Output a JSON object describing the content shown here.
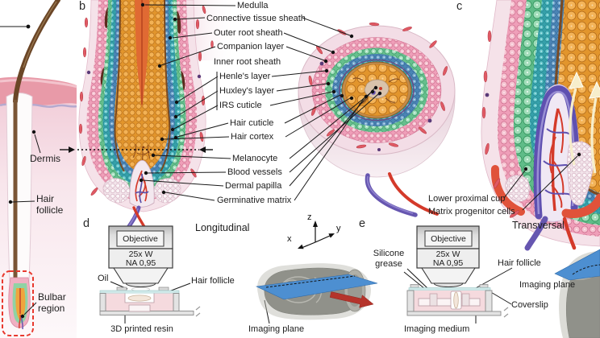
{
  "panel_a": {
    "dermis": "Dermis",
    "hair_follicle": "Hair follicle",
    "bulbar_region": "Bulbar region"
  },
  "panel_b": {
    "letter": "b",
    "labels": {
      "medulla": "Medulla",
      "connective_tissue_sheath": "Connective tissue sheath",
      "outer_root_sheath": "Outer root sheath",
      "companion_layer": "Companion layer",
      "inner_root_sheath": "Inner root sheath",
      "henles_layer": "Henle's layer",
      "huxleys_layer": "Huxley's layer",
      "irs_cuticle": "IRS cuticle",
      "hair_cuticle": "Hair cuticle",
      "hair_cortex": "Hair cortex",
      "melanocyte": "Melanocyte",
      "blood_vessels": "Blood vessels",
      "dermal_papilla": "Dermal papilla",
      "germinative_matrix": "Germinative matrix"
    }
  },
  "panel_c": {
    "letter": "c",
    "labels": {
      "lower_proximal_cup": "Lower proximal cup",
      "matrix_progenitor_cells": "Matrix progenitor cells"
    }
  },
  "panel_d": {
    "letter": "d",
    "title": "Longitudinal",
    "objective": "Objective",
    "magnification": "25x W",
    "numerical_aperture": "NA 0,95",
    "oil": "Oil",
    "hair_follicle": "Hair follicle",
    "printed_resin": "3D printed resin",
    "imaging_plane": "Imaging plane"
  },
  "panel_e": {
    "letter": "e",
    "title": "Transversal",
    "objective": "Objective",
    "magnification": "25x W",
    "numerical_aperture": "NA 0,95",
    "silicone_grease": "Silicone grease",
    "hair_follicle": "Hair follicle",
    "imaging_plane": "Imaging plane",
    "coverslip": "Coverslip",
    "imaging_medium": "Imaging medium"
  },
  "axes": {
    "x": "x",
    "y": "y",
    "z": "z"
  },
  "colors": {
    "dashed_box_red": "#e8392e",
    "imaging_plane_blue": "#4d8fd1",
    "arrow_red": "#b5342b",
    "vessel_purple": "#6656b0",
    "vessel_red": "#d43a2a",
    "cortex_orange": "#e2952c",
    "henle_green": "#66bf8d",
    "huxley_blue": "#4a84b5",
    "ors_pink": "#ef9fb9"
  }
}
